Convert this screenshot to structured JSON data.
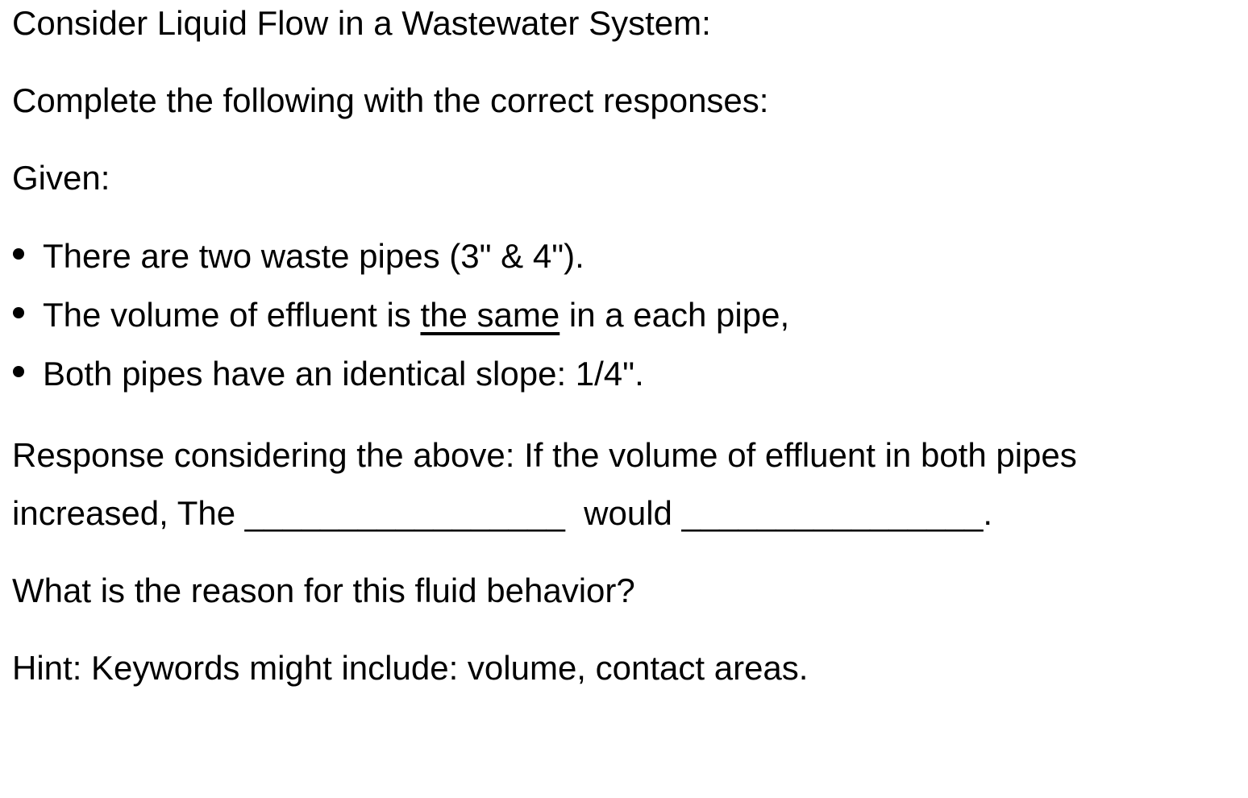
{
  "page": {
    "background_color": "#ffffff",
    "text_color": "#000000"
  },
  "question": {
    "intro": "Consider Liquid Flow in a Wastewater System:",
    "instruction": "Complete the following with the correct responses:",
    "given_label": "Given:",
    "bullets": [
      {
        "text": "There are two waste pipes (3\" & 4\")."
      },
      {
        "pre": "The volume of effluent is ",
        "underlined": "the same",
        "post": " in a each pipe,"
      },
      {
        "text": "Both pipes have an identical slope: 1/4\"."
      }
    ],
    "response": {
      "line1": "Response considering the above: If the volume of effluent in both pipes",
      "line2_pre": "increased, The ",
      "blank1": "_________________",
      "mid": "  would ",
      "blank2": "________________",
      "end": "."
    },
    "reason_question": "What is the reason for this fluid behavior?",
    "hint": "Hint: Keywords might include: volume, contact areas."
  }
}
